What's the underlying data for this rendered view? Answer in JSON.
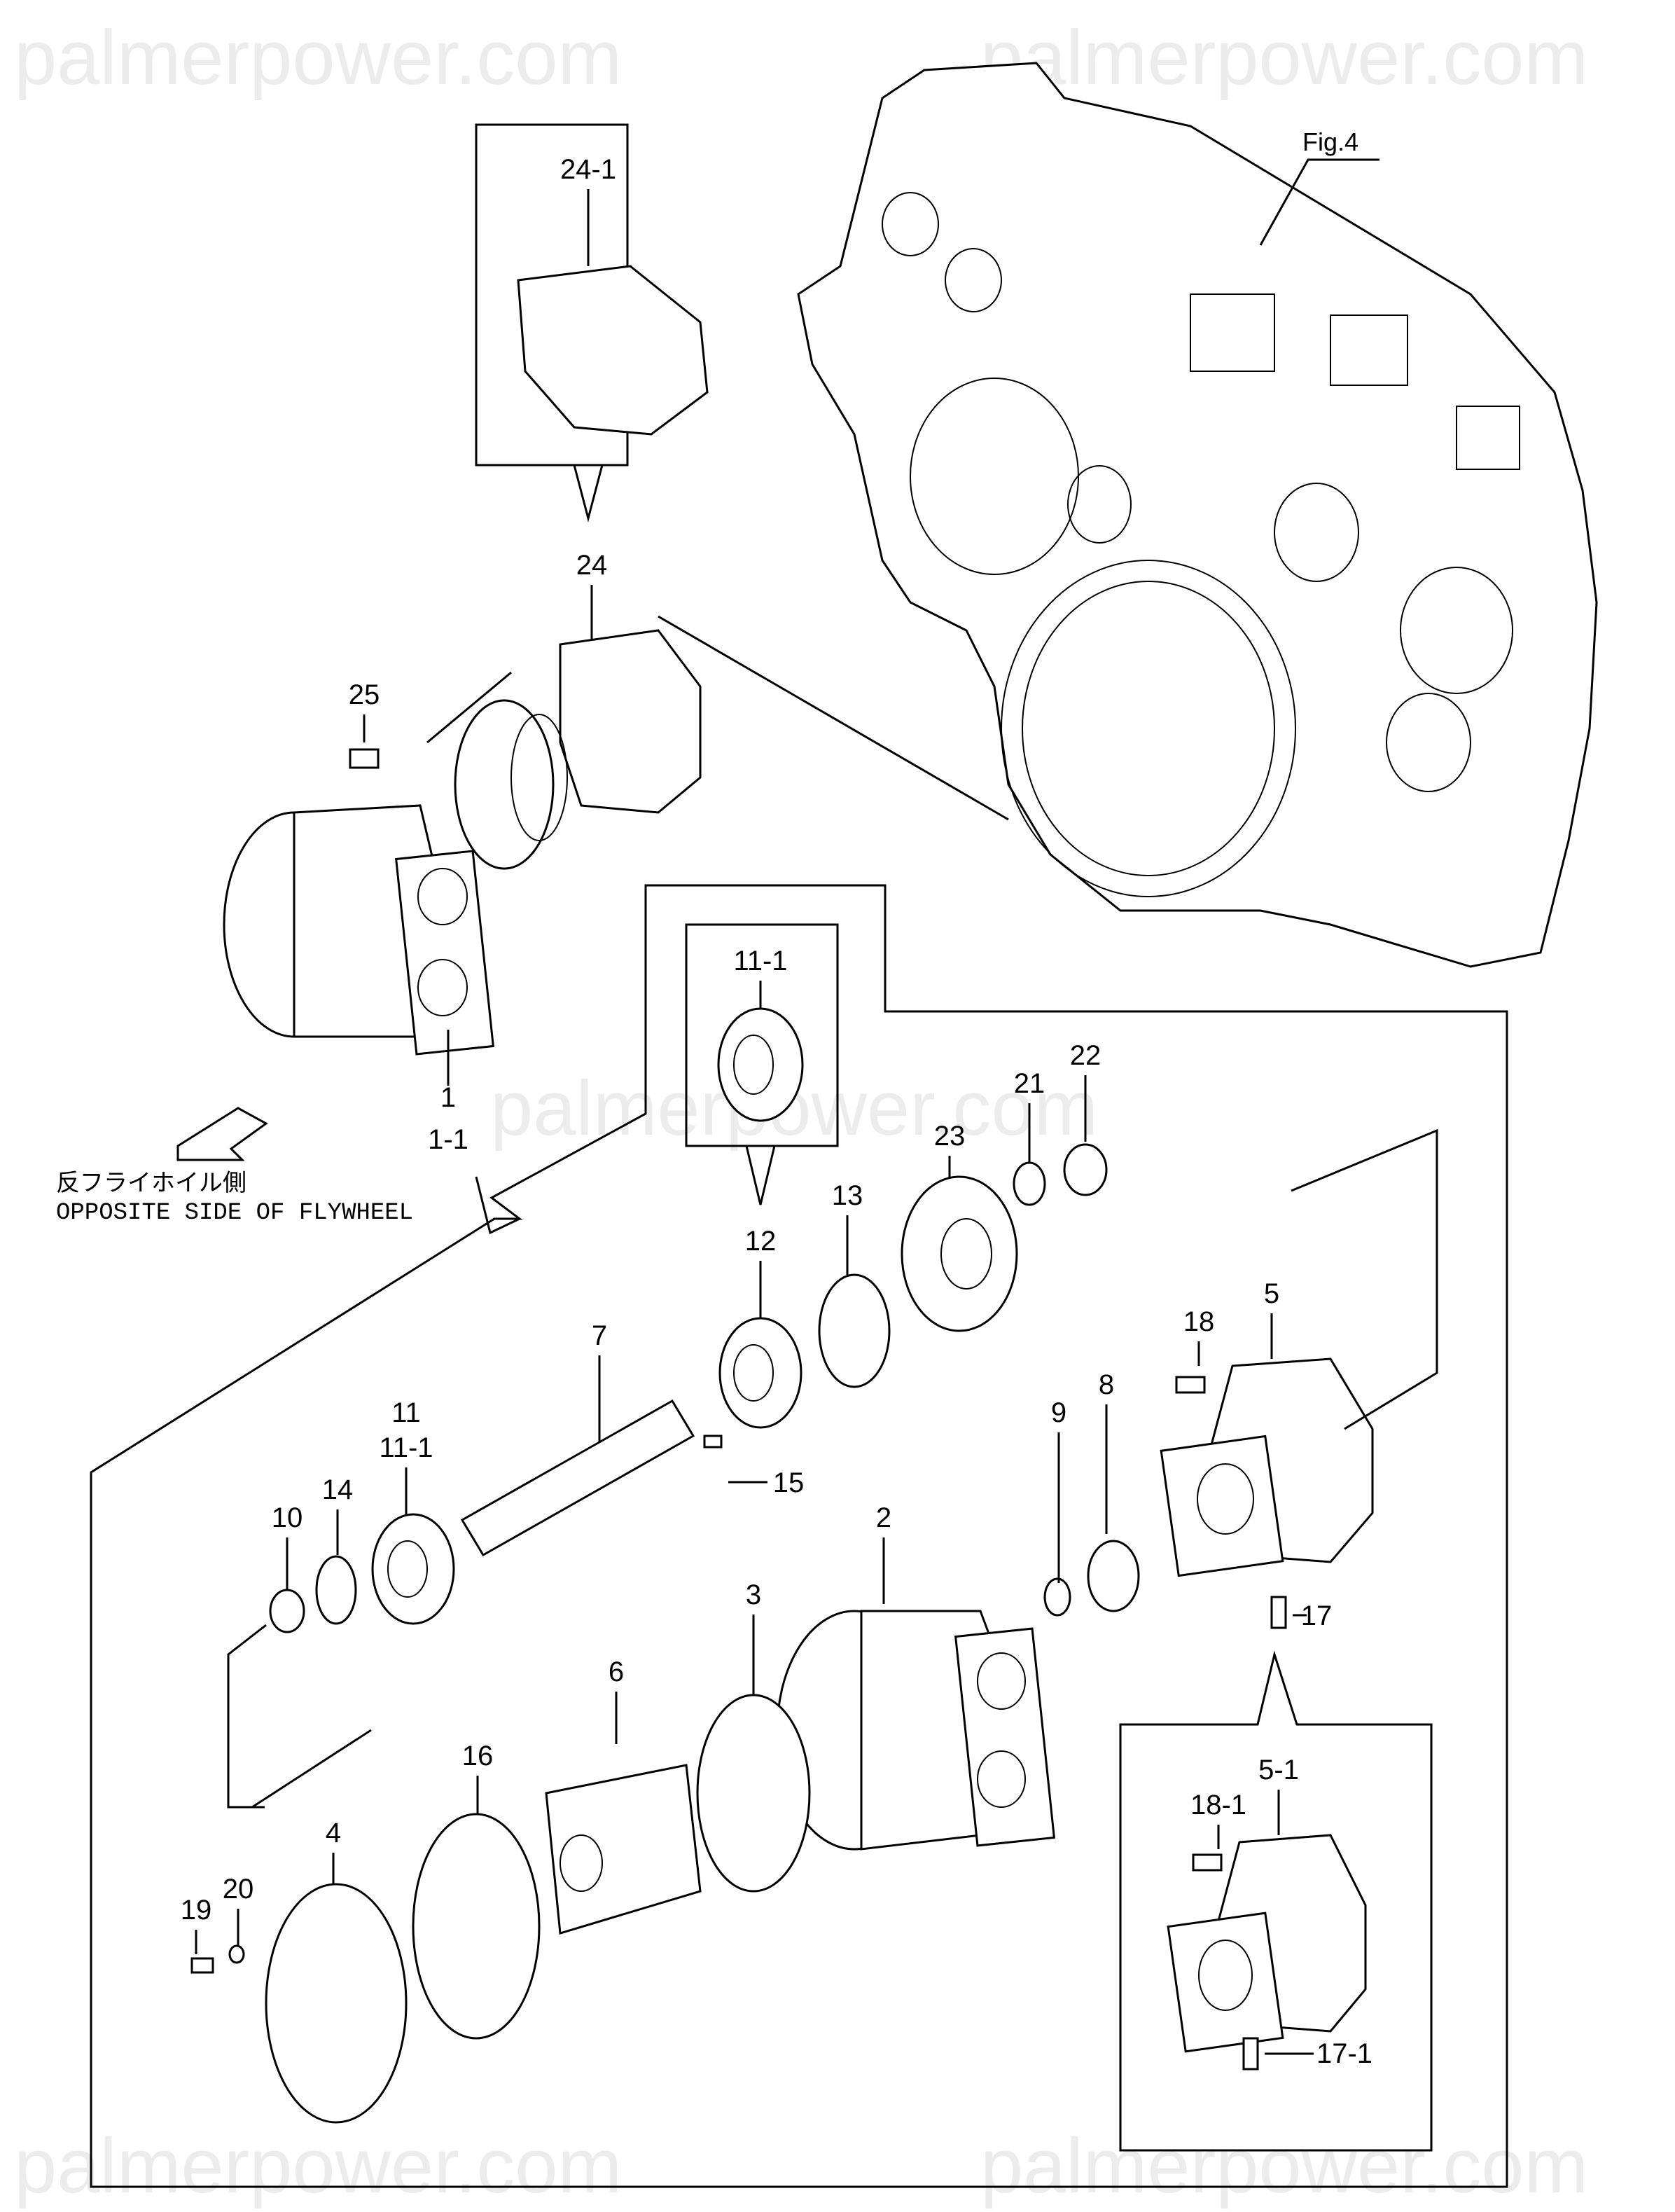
{
  "watermarks": [
    "palmerpower.com",
    "palmerpower.com",
    "palmerpower.com",
    "palmerpower.com",
    "palmerpower.com"
  ],
  "figure_ref": "Fig.4",
  "direction_note": {
    "japanese": "反フライホイル側",
    "english": "OPPOSITE SIDE OF FLYWHEEL"
  },
  "callouts": {
    "c24_1": "24-1",
    "c24": "24",
    "c25": "25",
    "c1": "1",
    "c1_1": "1-1",
    "c11_1_box": "11-1",
    "c12": "12",
    "c13": "13",
    "c23": "23",
    "c21": "21",
    "c22": "22",
    "c7": "7",
    "c15": "15",
    "c11": "11",
    "c11_1": "11-1",
    "c14": "14",
    "c10": "10",
    "c18": "18",
    "c5": "5",
    "c9": "9",
    "c8": "8",
    "c2": "2",
    "c3": "3",
    "c6": "6",
    "c16": "16",
    "c4": "4",
    "c20": "20",
    "c19": "19",
    "c17": "17",
    "c5_1": "5-1",
    "c18_1": "18-1",
    "c17_1": "17-1"
  }
}
